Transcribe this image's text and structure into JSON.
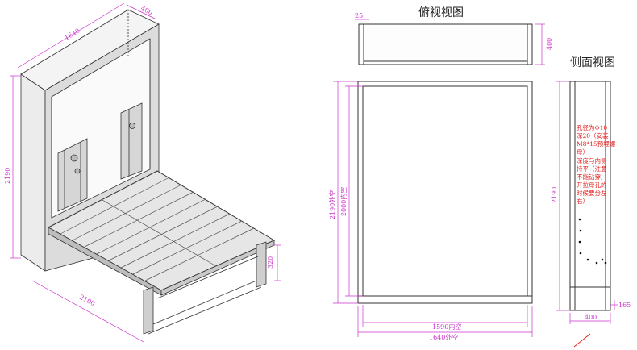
{
  "colors": {
    "dimension": "#cc33cc",
    "outline": "#333333",
    "note": "#e32020",
    "furniture": "#cfcfcf"
  },
  "iso": {
    "width_top": "1640",
    "depth_top": "400",
    "height_left": "2190",
    "bed_length": "2100",
    "leg_height": "320"
  },
  "top_view": {
    "title": "俯视视图",
    "wall_thickness": "25",
    "depth": "400"
  },
  "front_view": {
    "outer_height": "2190外空",
    "inner_height": "2000内空",
    "inner_width": "1590内空",
    "outer_width": "1640外空"
  },
  "side_view": {
    "title": "侧面视图",
    "height": "2190",
    "depth": "400",
    "offset": "165",
    "note_lines": [
      "孔径为Φ10",
      "深20（安装",
      "M8*15预埋螺",
      "母）",
      "深度与内侧",
      "持平（注意",
      "不能钻穿,",
      "开拉母孔的",
      "时候要分左",
      "右）"
    ]
  }
}
